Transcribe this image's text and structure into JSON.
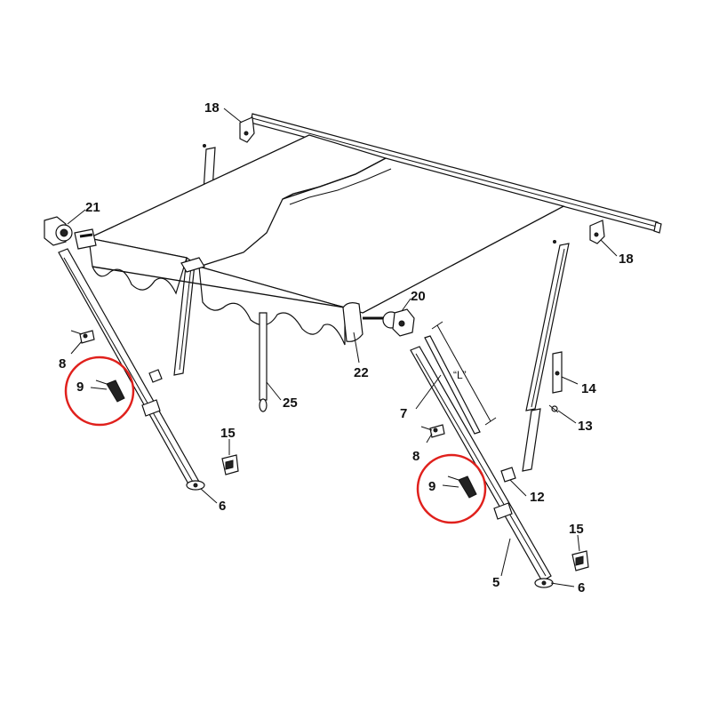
{
  "callouts": {
    "c18a": "18",
    "c18b": "18",
    "c21": "21",
    "c20": "20",
    "c22": "22",
    "c25": "25",
    "c8a": "8",
    "c8b": "8",
    "c9a": "9",
    "c9b": "9",
    "c15a": "15",
    "c15b": "15",
    "c6a": "6",
    "c6b": "6",
    "c7": "7",
    "c5": "5",
    "c12": "12",
    "c13": "13",
    "c14": "14"
  },
  "dimension_label": "“L”",
  "highlight_color": "#e0201c"
}
